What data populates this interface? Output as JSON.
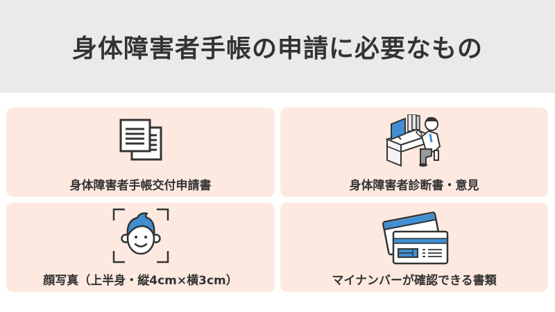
{
  "header": {
    "title": "身体障害者手帳の申請に必要なもの"
  },
  "colors": {
    "header_bg": "#ebeae8",
    "card_bg": "#fde9e0",
    "text": "#333333",
    "accent_blue": "#3f8fd2"
  },
  "cards": [
    {
      "label": "身体障害者手帳交付申請書",
      "icon": "documents-icon"
    },
    {
      "label": "身体障害者診断書・意見",
      "icon": "doctor-at-desk-icon"
    },
    {
      "label": "顔写真（上半身・縦4cm×横3cm）",
      "icon": "face-photo-icon"
    },
    {
      "label": "マイナンバーが確認できる書類",
      "icon": "id-cards-icon"
    }
  ]
}
